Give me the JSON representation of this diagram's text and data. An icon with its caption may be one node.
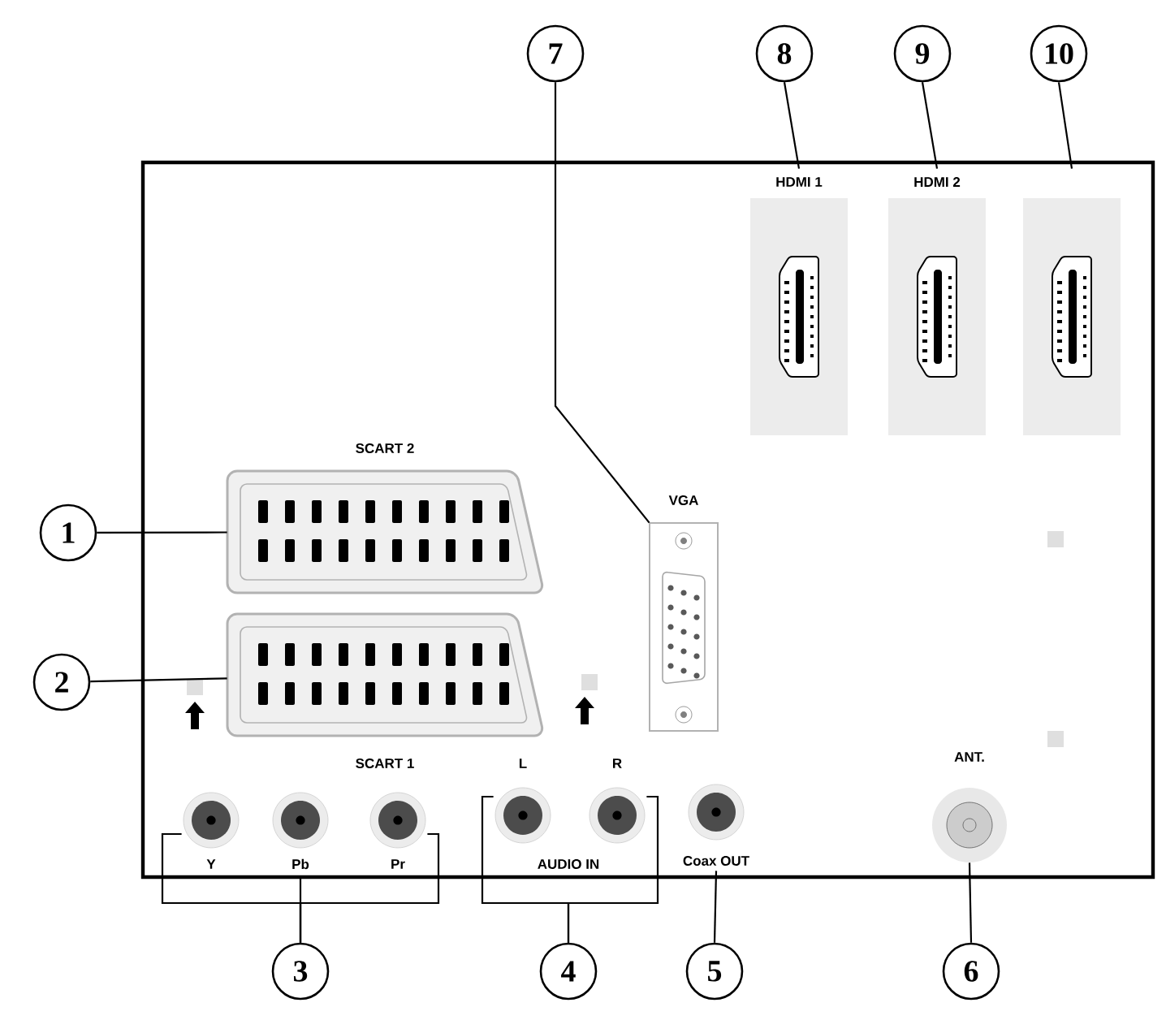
{
  "diagram": {
    "nodes": [
      {
        "text": [
          "1"
        ]
      },
      {
        "text": [
          "2"
        ]
      },
      {
        "text": [
          "3"
        ]
      },
      {
        "text": [
          "4"
        ]
      },
      {
        "text": [
          "5"
        ]
      },
      {
        "text": [
          "6"
        ]
      },
      {
        "text": [
          "7"
        ]
      },
      {
        "text": [
          "8"
        ]
      },
      {
        "text": [
          "9"
        ]
      },
      {
        "text": [
          "10"
        ]
      },
      {
        "text": [
          "SCART 2"
        ]
      },
      {
        "text": [
          "SCART 1"
        ]
      },
      {
        "text": [
          "VGA"
        ]
      },
      {
        "text": [
          "HDMI 1"
        ]
      },
      {
        "text": [
          "HDMI 2"
        ]
      },
      {
        "text": [],
        "shape": "box"
      },
      {
        "text": [
          "ANT."
        ]
      },
      {
        "text": [],
        "shape": "circle",
        "beside": [
          "Coax OUT"
        ]
      },
      {
        "text": [],
        "shape": "circle",
        "beside": [
          "Y"
        ]
      },
      {
        "text": [],
        "shape": "circle",
        "beside": [
          "Pb"
        ]
      },
      {
        "text": [],
        "shape": "circle",
        "beside": [
          "Pr"
        ]
      },
      {
        "text": [],
        "shape": "circle",
        "beside": [
          "L"
        ]
      },
      {
        "text": [],
        "shape": "circle",
        "beside": [
          "R"
        ]
      }
    ],
    "edges": [
      {
        "from": 0,
        "to": 10,
        "arrow": "none"
      },
      {
        "from": 1,
        "to": 11,
        "arrow": "none"
      },
      {
        "from": 2,
        "to": 18,
        "arrow": "none"
      },
      {
        "from": 2,
        "to": 19,
        "arrow": "none"
      },
      {
        "from": 2,
        "to": 20,
        "arrow": "none"
      },
      {
        "from": 3,
        "to": 21,
        "arrow": "none"
      },
      {
        "from": 3,
        "to": 22,
        "arrow": "none"
      },
      {
        "from": 4,
        "to": 17,
        "arrow": "none"
      },
      {
        "from": 5,
        "to": 16,
        "arrow": "none"
      },
      {
        "from": 6,
        "to": 12,
        "arrow": "none"
      },
      {
        "from": 7,
        "to": 13,
        "arrow": "none"
      },
      {
        "from": 8,
        "to": 14,
        "arrow": "none"
      },
      {
        "from": 9,
        "to": 15,
        "arrow": "none"
      }
    ],
    "labels": [
      "AUDIO IN"
    ]
  }
}
